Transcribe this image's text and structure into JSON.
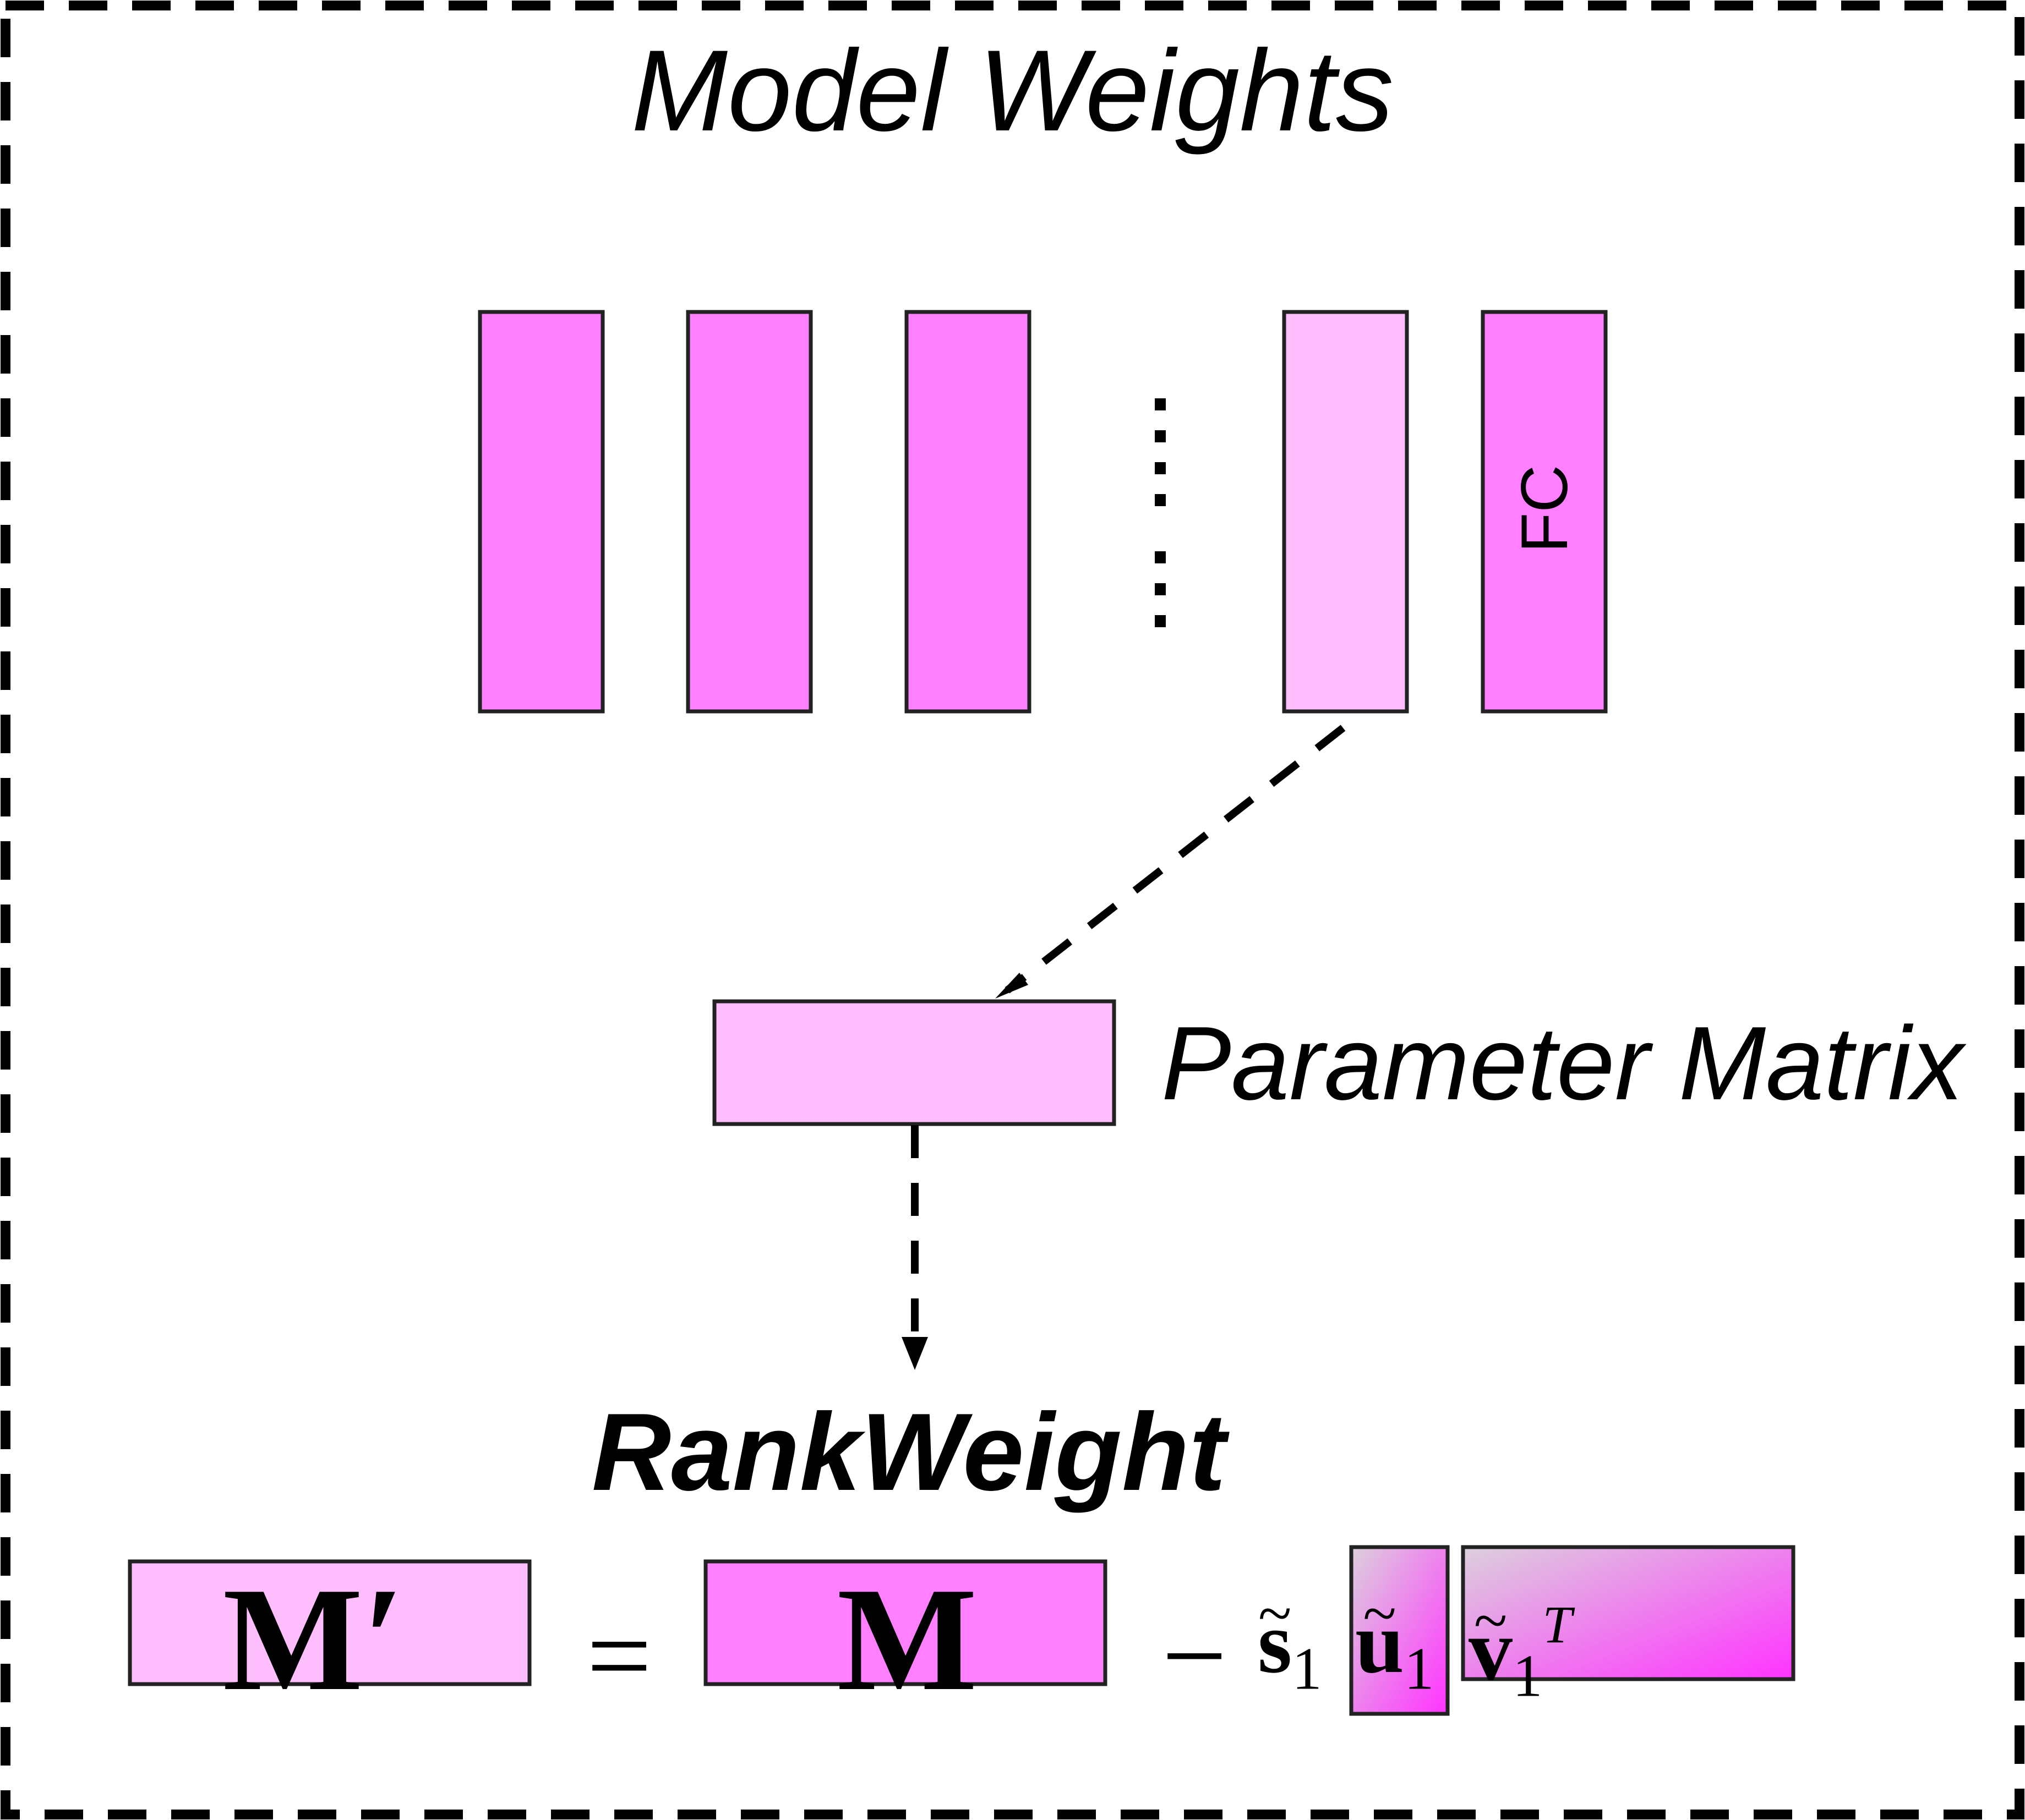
{
  "title": "Model Weights",
  "layer_stack": {
    "dots": "……",
    "fc_label": "FC"
  },
  "parameter_matrix_label": "Parameter Matrix",
  "method_name": "RankWeight",
  "equation": {
    "lhs": "M′",
    "equals": "=",
    "matrix": "M",
    "minus": "−",
    "s_symbol": "s",
    "s_sub": "1",
    "u_symbol": "u",
    "u_sub": "1",
    "v_symbol": "v",
    "v_sub": "1",
    "v_sup": "T"
  },
  "colors": {
    "layer_fill": "#ff80ff",
    "highlight_fill": "#ffbfff",
    "stroke": "#222222",
    "gradient_start": "#dcd0dc",
    "gradient_end": "#ff33ff"
  }
}
